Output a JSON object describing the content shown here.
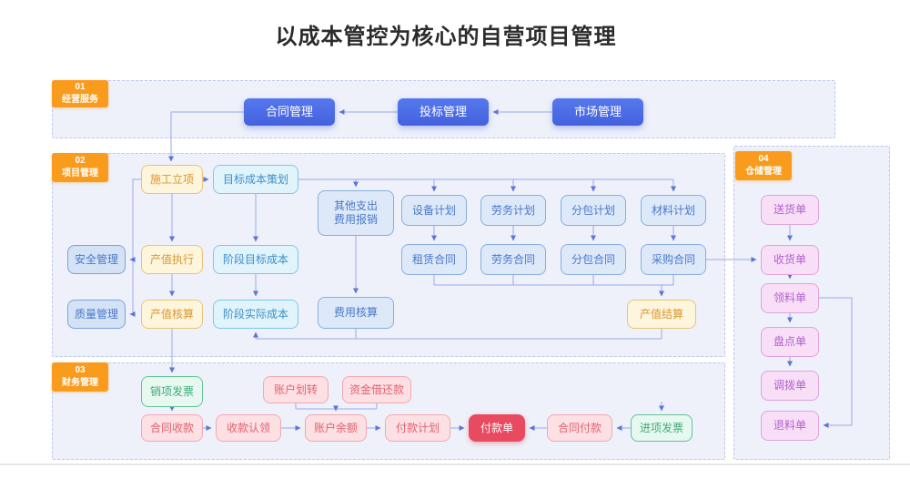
{
  "title": "以成本管控为核心的自营项目管理",
  "sections": {
    "business": {
      "num": "01",
      "label": "经营服务"
    },
    "project": {
      "num": "02",
      "label": "项目管理"
    },
    "finance": {
      "num": "03",
      "label": "财务管理"
    },
    "warehouse": {
      "num": "04",
      "label": "仓储管理"
    }
  },
  "nodes": {
    "contract_mgmt": "合同管理",
    "bid_mgmt": "投标管理",
    "market_mgmt": "市场管理",
    "construction_initiation": "施工立项",
    "target_cost_planning": "目标成本策划",
    "other_expense_reimburse": "其他支出\n费用报销",
    "equipment_plan": "设备计划",
    "labor_plan": "劳务计划",
    "subcontract_plan": "分包计划",
    "material_plan": "材料计划",
    "safety_mgmt": "安全管理",
    "output_execution": "产值执行",
    "stage_target_cost": "阶段目标成本",
    "lease_contract": "租赁合同",
    "labor_contract": "劳务合同",
    "subcontract_contract": "分包合同",
    "purchase_contract": "采购合同",
    "quality_mgmt": "质量管理",
    "output_accounting": "产值核算",
    "stage_actual_cost": "阶段实际成本",
    "expense_accounting": "费用核算",
    "output_settlement": "产值结算",
    "delivery_note": "送货单",
    "receipt_note": "收货单",
    "material_requisition": "领料单",
    "stocktake_note": "盘点单",
    "transfer_note": "调拨单",
    "material_return": "退料单",
    "sales_invoice": "销项发票",
    "account_transfer": "账户划转",
    "fund_loan": "资金借还款",
    "contract_receipt": "合同收款",
    "receipt_claim": "收款认领",
    "account_balance": "账户余额",
    "payment_plan": "付款计划",
    "payment_order": "付款单",
    "contract_payment": "合同付款",
    "input_invoice": "进项发票"
  },
  "colors": {
    "accent_orange": "#f99c1e",
    "primary_blue": "#4c6ae2",
    "highlight_red": "#e84a60",
    "panel_bg": "#eef1fa",
    "connector_line": "#9aa9e8",
    "arrowhead": "#5d74da"
  }
}
